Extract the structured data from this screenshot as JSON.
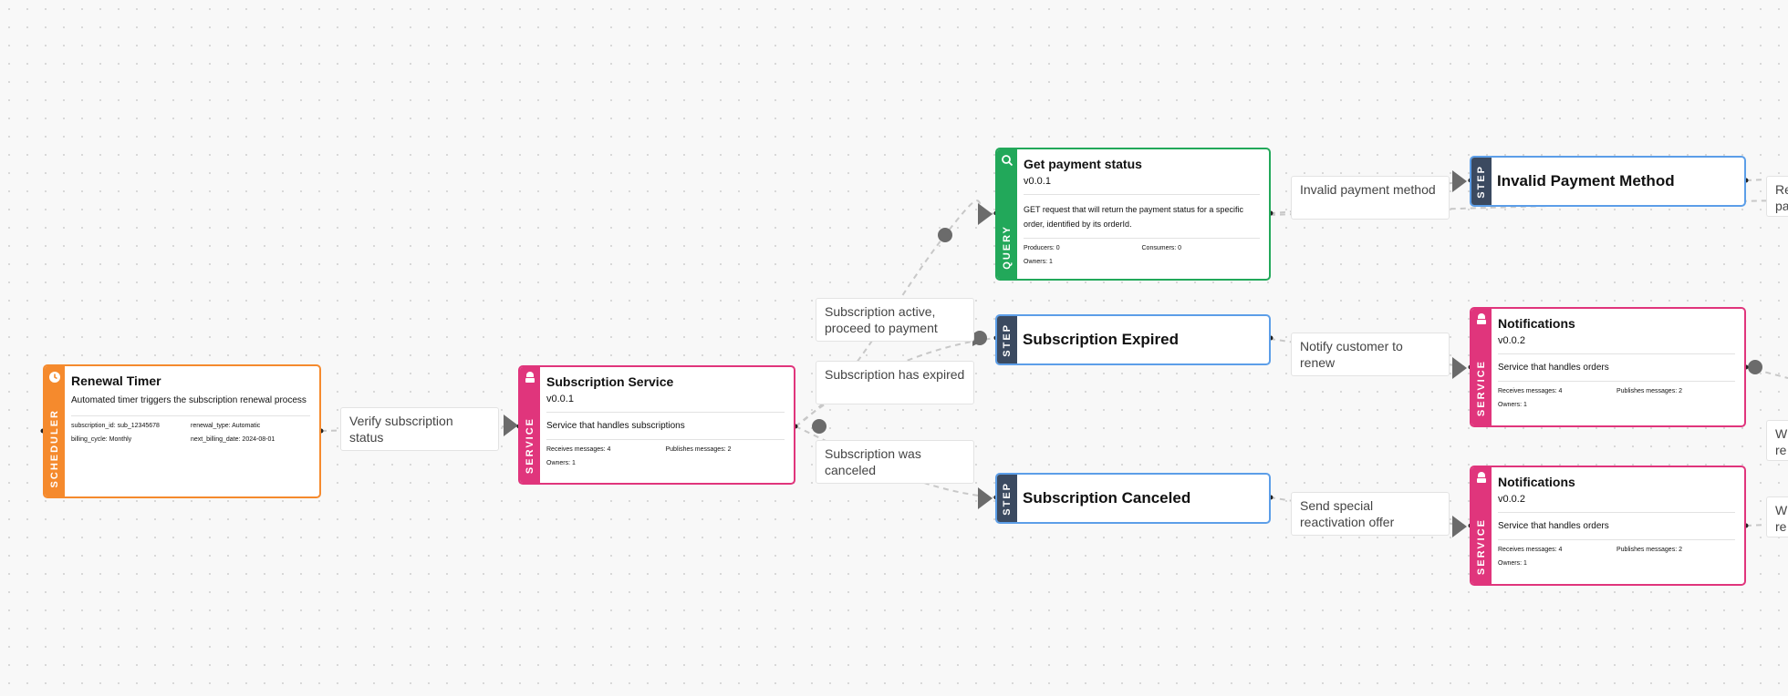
{
  "colors": {
    "scheduler": "#f58a2d",
    "service": "#e0357c",
    "query": "#22a85a",
    "step_border": "#5c9ee8",
    "step_strip": "#3b4a60",
    "edge": "#c8c8c8",
    "arrow": "#6b6b6b"
  },
  "nodes": {
    "renewal_timer": {
      "type_label": "SCHEDULER",
      "title": "Renewal Timer",
      "description": "Automated timer triggers the subscription renewal process",
      "props": [
        "subscription_id: sub_12345678",
        "renewal_type: Automatic",
        "billing_cycle: Monthly",
        "next_billing_date: 2024-08-01"
      ]
    },
    "subscription_service": {
      "type_label": "SERVICE",
      "title": "Subscription Service",
      "version": "v0.0.1",
      "description": "Service that handles subscriptions",
      "receives": "Receives messages: 4",
      "publishes": "Publishes messages: 2",
      "owners": "Owners: 1"
    },
    "get_payment_status": {
      "type_label": "QUERY",
      "title": "Get payment status",
      "version": "v0.0.1",
      "description": "GET request that will return the payment status for a specific order, identified by its orderId.",
      "producers": "Producers: 0",
      "consumers": "Consumers: 0",
      "owners": "Owners: 1"
    },
    "subscription_expired": {
      "type_label": "STEP",
      "title": "Subscription Expired"
    },
    "subscription_canceled": {
      "type_label": "STEP",
      "title": "Subscription Canceled"
    },
    "invalid_payment_method": {
      "type_label": "STEP",
      "title": "Invalid Payment Method"
    },
    "notifications_1": {
      "type_label": "SERVICE",
      "title": "Notifications",
      "version": "v0.0.2",
      "description": "Service that handles orders",
      "receives": "Receives messages: 4",
      "publishes": "Publishes messages: 2",
      "owners": "Owners: 1"
    },
    "notifications_2": {
      "type_label": "SERVICE",
      "title": "Notifications",
      "version": "v0.0.2",
      "description": "Service that handles orders",
      "receives": "Receives messages: 4",
      "publishes": "Publishes messages: 2",
      "owners": "Owners: 1"
    }
  },
  "edge_labels": {
    "verify": "Verify subscription status",
    "active": "Subscription active, proceed to payment",
    "expired": "Subscription has expired",
    "canceled": "Subscription was canceled",
    "invalid": "Invalid payment method",
    "notify": "Notify customer to renew",
    "reactivation": "Send special reactivation offer",
    "cut_1_line1": "Re",
    "cut_1_line2": "pa",
    "cut_2_line1": "W",
    "cut_2_line2": "re",
    "cut_3_line1": "W",
    "cut_3_line2": "re"
  }
}
